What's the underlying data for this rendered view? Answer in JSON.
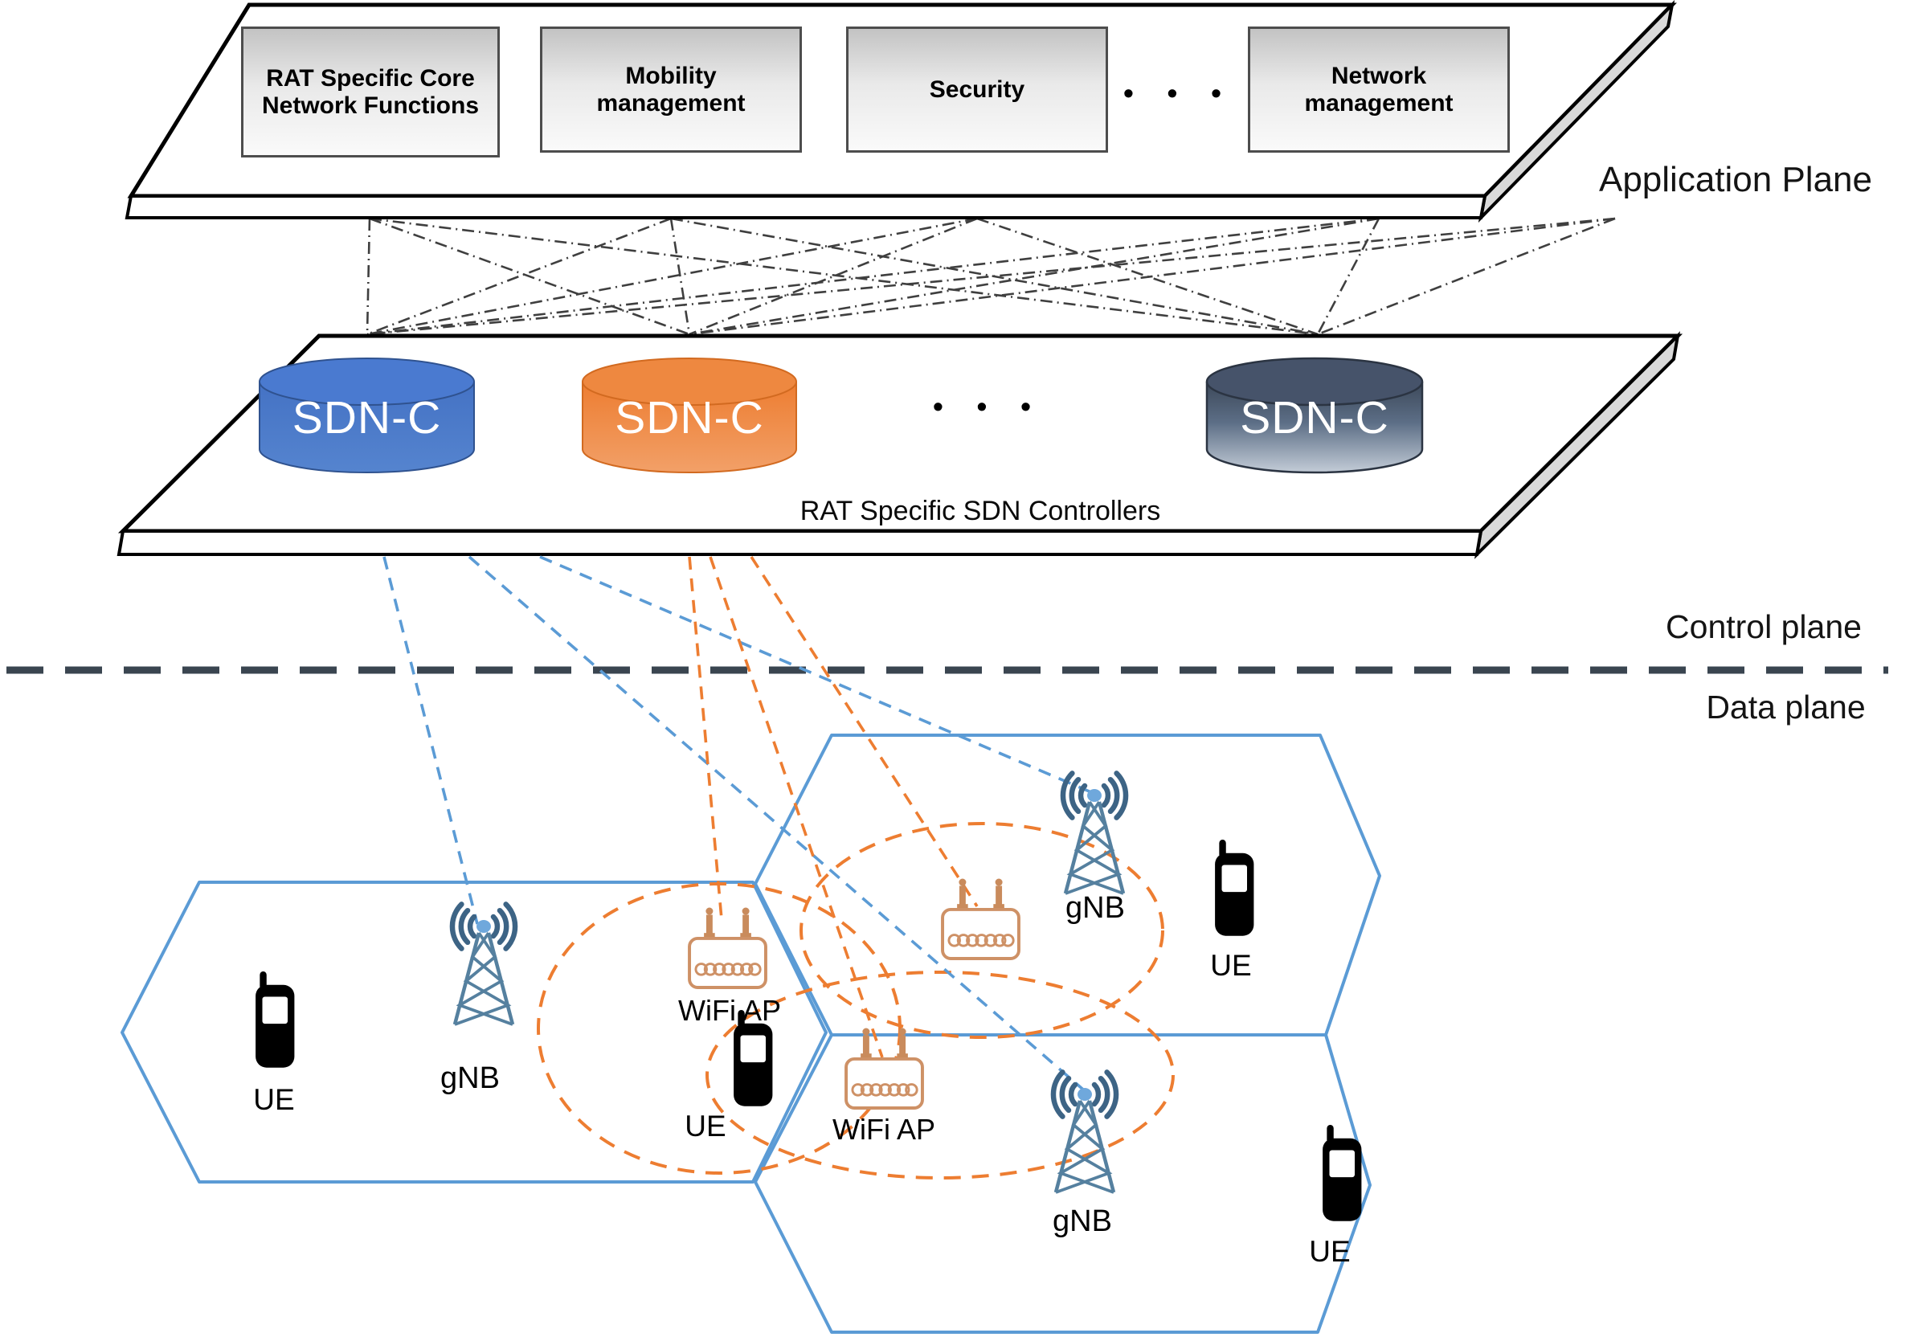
{
  "application_plane": {
    "label": "Application Plane",
    "boxes": [
      {
        "label": "RAT Specific Core Network Functions"
      },
      {
        "label": "Mobility management"
      },
      {
        "label": "Security"
      },
      {
        "label": "Network management"
      }
    ],
    "ellipsis": "• • •"
  },
  "sdn_layer": {
    "label": "RAT Specific SDN Controllers",
    "controllers": [
      {
        "label": "SDN-C",
        "color": "#4472C4"
      },
      {
        "label": "SDN-C",
        "color": "#ED7D31"
      },
      {
        "label": "SDN-C",
        "color": "#44546A"
      }
    ],
    "ellipsis": "• • •"
  },
  "separator": {
    "control_label": "Control plane",
    "data_label": "Data plane"
  },
  "data_plane": {
    "gnbs": [
      {
        "label": "gNB"
      },
      {
        "label": "gNB"
      },
      {
        "label": "gNB"
      }
    ],
    "wifi_aps": [
      {
        "label": "WiFi AP"
      },
      {
        "label": "WiFi AP"
      }
    ],
    "ues": [
      {
        "label": "UE"
      },
      {
        "label": "UE"
      },
      {
        "label": "UE"
      },
      {
        "label": "UE"
      }
    ]
  },
  "colors": {
    "sdn_blue": "#4472C4",
    "sdn_orange": "#ED7D31",
    "sdn_dark": "#44546A",
    "cell_outline": "#5B9BD5",
    "coverage_orange": "#ED7D31",
    "divider_dark": "#3A4550",
    "tower_steel": "#55809F"
  }
}
